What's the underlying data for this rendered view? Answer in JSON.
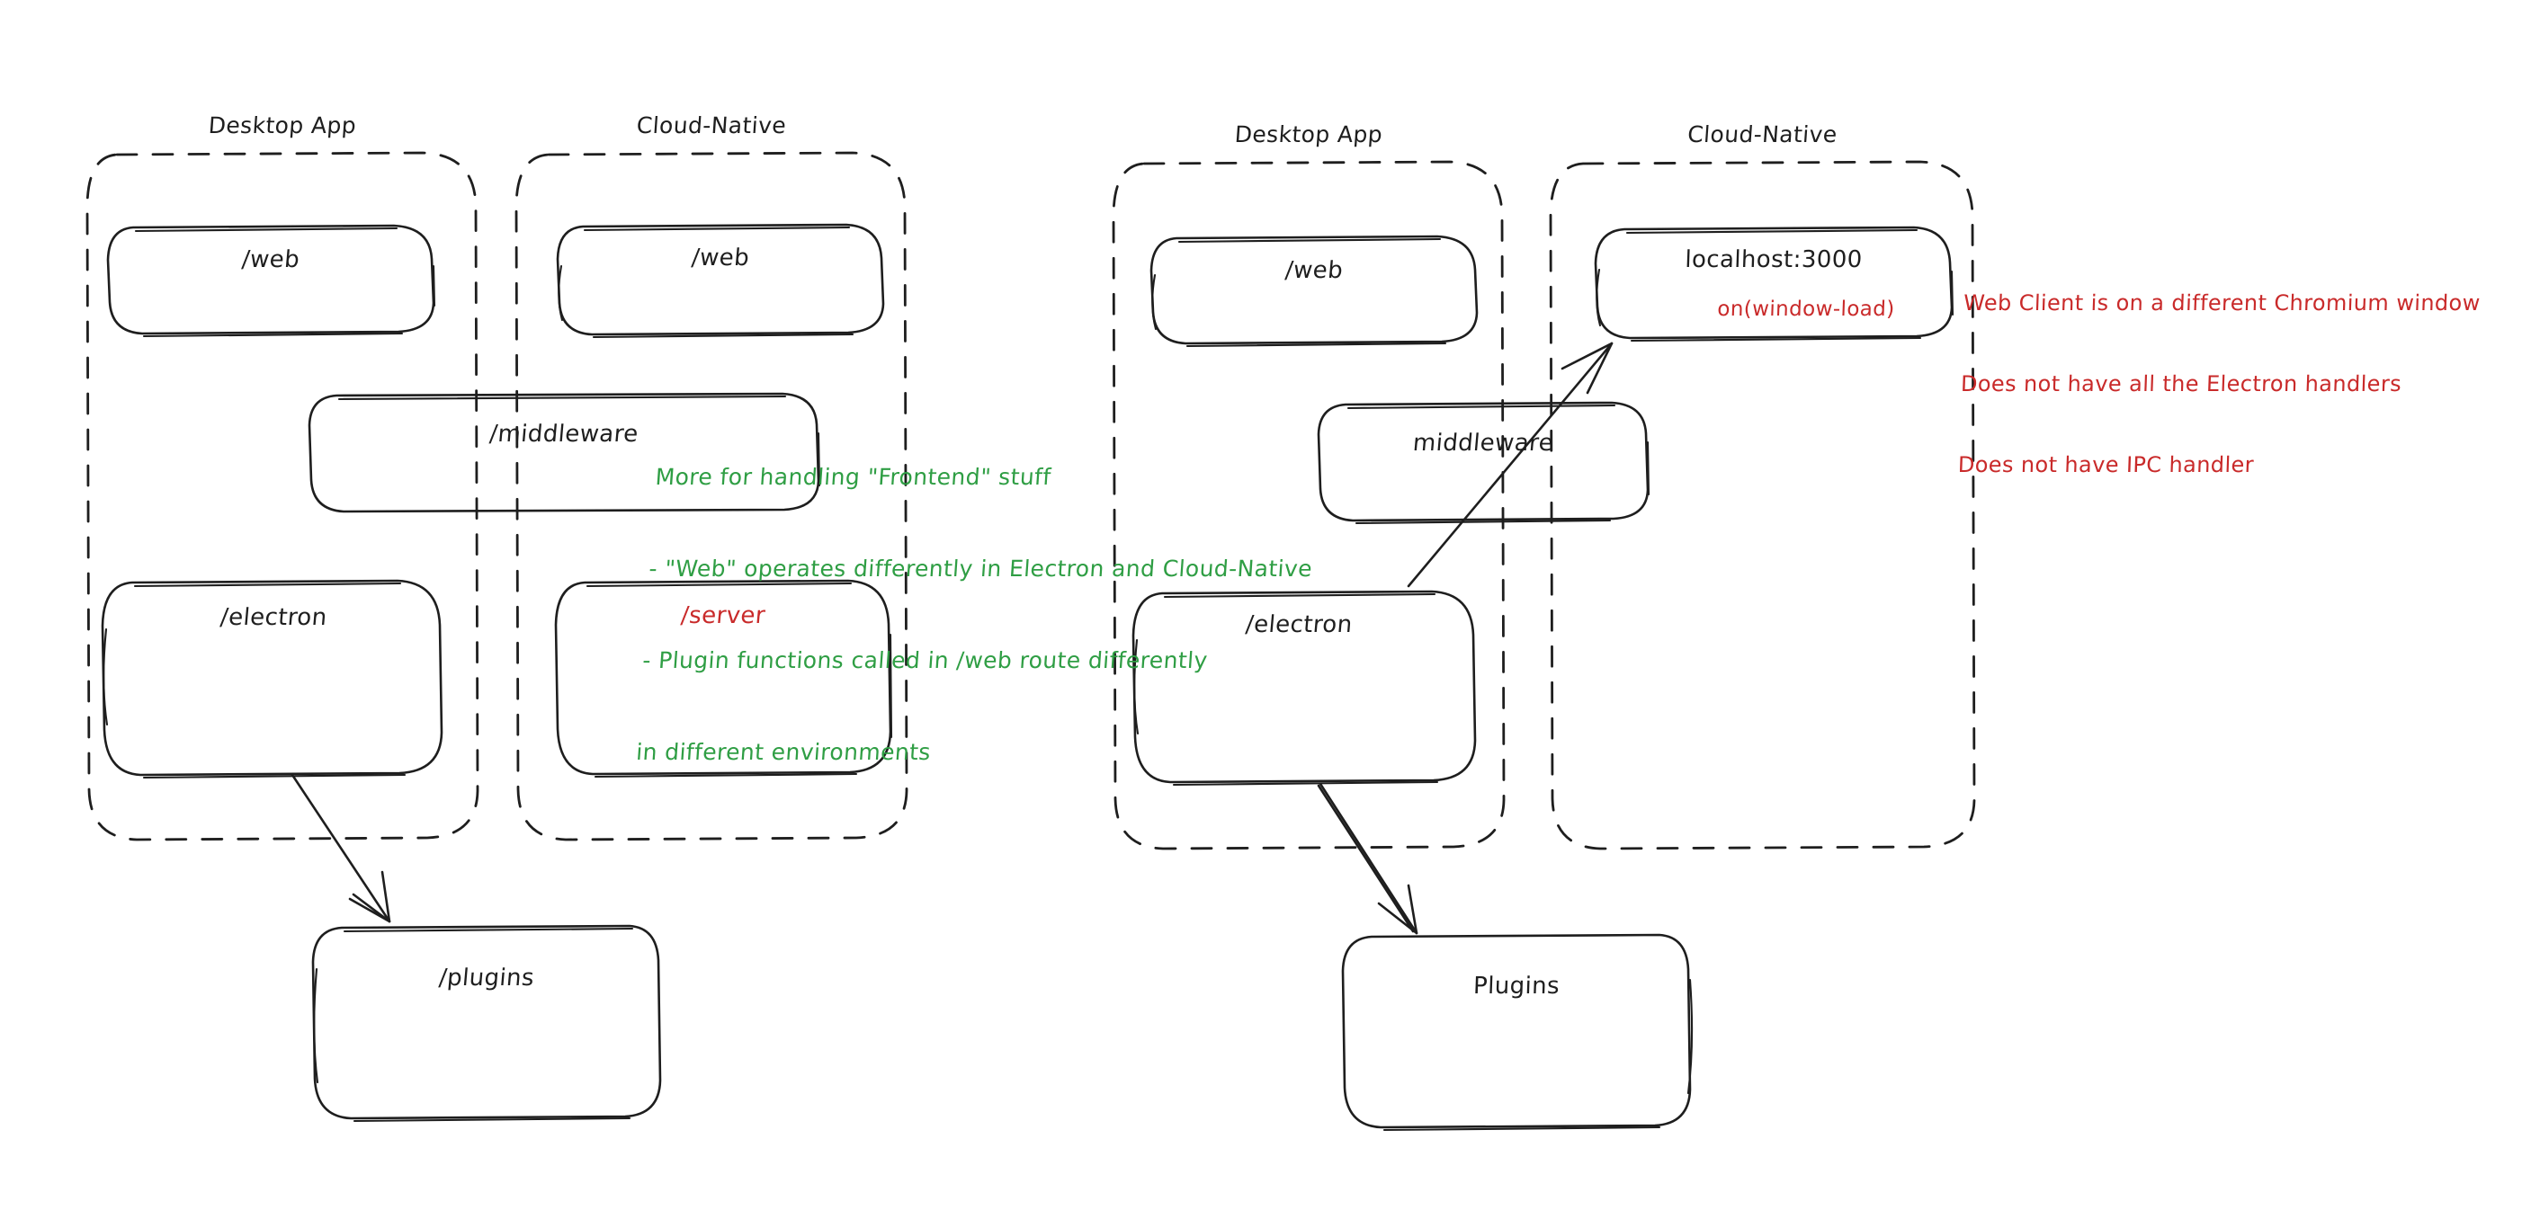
{
  "diagram": {
    "title_hidden": "",
    "colors": {
      "ink": "#1e1e1e",
      "red": "#c92a2a",
      "green": "#2f9e44",
      "background": "#ffffff"
    },
    "left_diagram": {
      "groups": [
        {
          "label": "Desktop App"
        },
        {
          "label": "Cloud-Native"
        }
      ],
      "nodes": [
        {
          "label": "/web",
          "color": "ink"
        },
        {
          "label": "/web",
          "color": "ink"
        },
        {
          "label": "/middleware",
          "color": "ink"
        },
        {
          "label": "/electron",
          "color": "ink"
        },
        {
          "label": "/server",
          "color": "red"
        },
        {
          "label": "/plugins",
          "color": "ink"
        }
      ],
      "note_green": [
        "More for handling \"Frontend\" stuff",
        "- \"Web\" operates differently in Electron and Cloud-Native",
        "- Plugin functions called in /web route differently",
        "in different environments"
      ]
    },
    "right_diagram": {
      "groups": [
        {
          "label": "Desktop App"
        },
        {
          "label": "Cloud-Native"
        }
      ],
      "nodes": [
        {
          "label": "/web",
          "color": "ink"
        },
        {
          "label": "localhost:3000",
          "color": "ink"
        },
        {
          "label": "on(window-load)",
          "color": "red"
        },
        {
          "label": "middleware",
          "color": "ink"
        },
        {
          "label": "/electron",
          "color": "ink"
        },
        {
          "label": "Plugins",
          "color": "ink"
        }
      ],
      "note_red": [
        "Web Client is on a different Chromium window",
        "Does not have all the Electron handlers",
        "Does not have IPC handler"
      ]
    }
  }
}
